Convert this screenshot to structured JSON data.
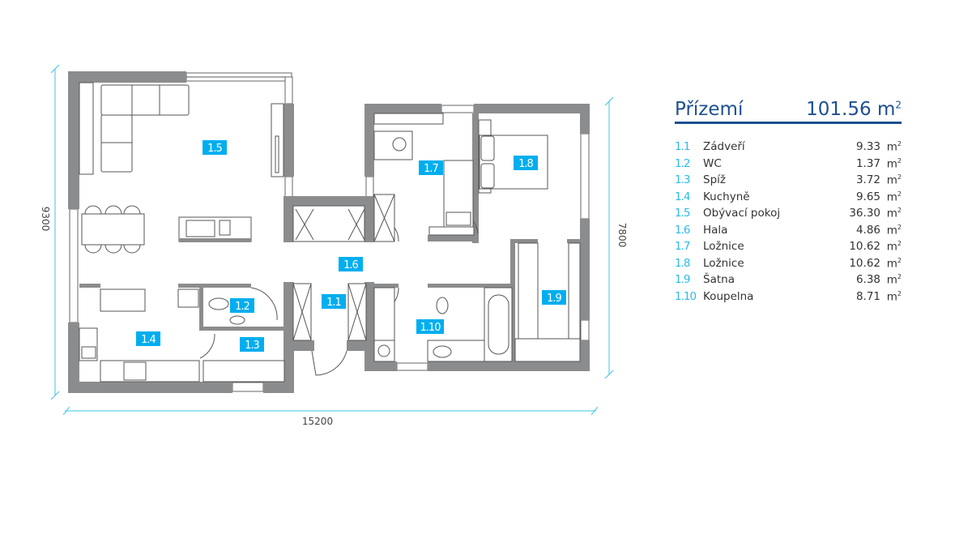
{
  "legend": {
    "title": "Přízemí",
    "total": "101.56",
    "unit": "m",
    "unit_sup": "2"
  },
  "rooms": [
    {
      "num": "1.1",
      "name": "Zádveří",
      "area": "9.33"
    },
    {
      "num": "1.2",
      "name": "WC",
      "area": "1.37"
    },
    {
      "num": "1.3",
      "name": "Spíž",
      "area": "3.72"
    },
    {
      "num": "1.4",
      "name": "Kuchyně",
      "area": "9.65"
    },
    {
      "num": "1.5",
      "name": "Obývací pokoj",
      "area": "36.30"
    },
    {
      "num": "1.6",
      "name": "Hala",
      "area": "4.86"
    },
    {
      "num": "1.7",
      "name": "Ložnice",
      "area": "10.62"
    },
    {
      "num": "1.8",
      "name": "Ložnice",
      "area": "10.62"
    },
    {
      "num": "1.9",
      "name": "Šatna",
      "area": "6.38"
    },
    {
      "num": "1.10",
      "name": "Koupelna",
      "area": "8.71"
    }
  ],
  "dimensions": {
    "left": "9300",
    "right": "7800",
    "bottom": "15200"
  },
  "colors": {
    "wall": "#8b8c8e",
    "label": "#00aeef",
    "title": "#1d4f91",
    "dimension": "#3cc4e8"
  }
}
